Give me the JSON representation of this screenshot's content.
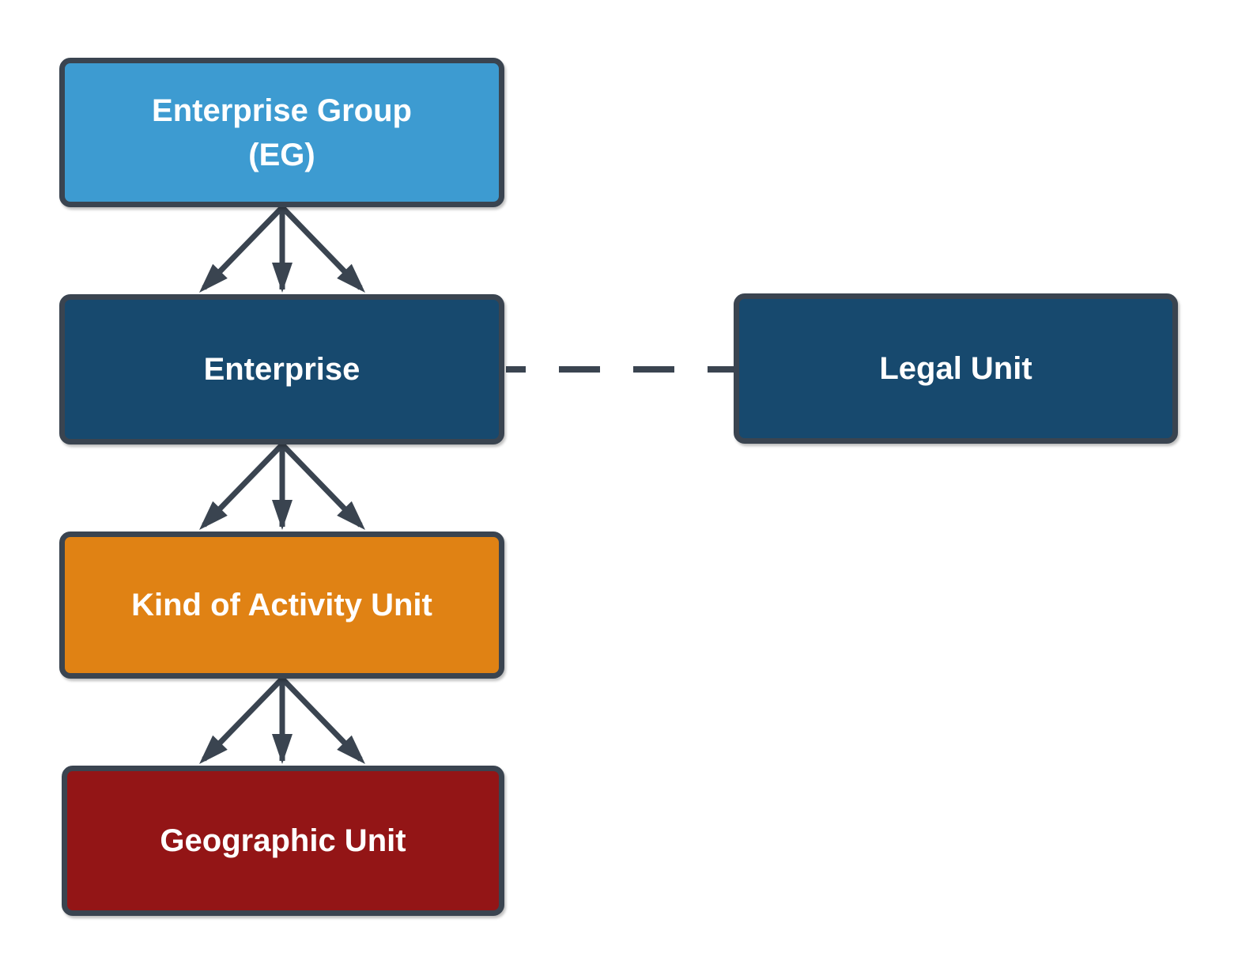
{
  "diagram": {
    "description_colors": {
      "background": "#FFFFFF",
      "outline_and_arrows": "#3A4450",
      "label_text": "#FFFFFF"
    },
    "nodes": {
      "enterprise_group": {
        "line1": "Enterprise Group",
        "line2": "(EG)",
        "fill": "#3D9BD1"
      },
      "enterprise": {
        "label": "Enterprise",
        "fill": "#17496E"
      },
      "legal_unit": {
        "label": "Legal Unit",
        "fill": "#17496E"
      },
      "kind_of_activity_unit": {
        "label": "Kind of Activity Unit",
        "fill": "#E08214"
      },
      "geographic_unit": {
        "label": "Geographic Unit",
        "fill": "#931516"
      }
    },
    "edges": [
      {
        "from": "Enterprise Group (EG)",
        "to": "Enterprise",
        "type": "three-arrow-fan",
        "direction": "down"
      },
      {
        "from": "Enterprise",
        "to": "Kind of Activity Unit",
        "type": "three-arrow-fan",
        "direction": "down"
      },
      {
        "from": "Kind of Activity Unit",
        "to": "Geographic Unit",
        "type": "three-arrow-fan",
        "direction": "down"
      },
      {
        "from": "Enterprise",
        "to": "Legal Unit",
        "type": "dashed-line",
        "direction": "horizontal"
      }
    ]
  }
}
